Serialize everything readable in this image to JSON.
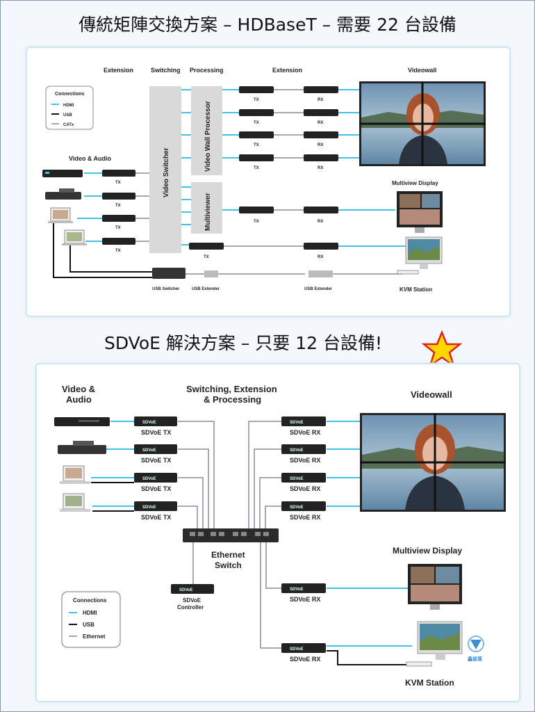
{
  "titles": {
    "top": "傳統矩陣交換方案 – HDBaseT – 需要 22 台設備",
    "bottom": "SDVoE 解決方案 – 只要 12 台設備!"
  },
  "hdbaset": {
    "headers": [
      "Extension",
      "Switching",
      "Processing",
      "Extension",
      "Videowall"
    ],
    "legend": {
      "title": "Connections",
      "items": [
        "HDMI",
        "USB",
        "CATx"
      ]
    },
    "video_audio_label": "Video & Audio",
    "video_switcher_label": "Video Switcher",
    "video_wall_processor_label": "Video Wall Processor",
    "multiviewer_label": "Multiviewer",
    "tx_label": "TX",
    "rx_label": "RX",
    "multiview_display_label": "Multiview Display",
    "usb_switcher_label": "USB Switcher",
    "usb_extender_label": "USB Extender",
    "kvm_label": "KVM Station"
  },
  "sdvoe": {
    "video_audio_label": [
      "Video &",
      "Audio"
    ],
    "center_header": [
      "Switching, Extension",
      "& Processing"
    ],
    "videowall_label": "Videowall",
    "tx_label": "SDVoE TX",
    "rx_label": "SDVoE RX",
    "switch_label": [
      "Ethernet",
      "Switch"
    ],
    "controller_label": [
      "SDVoE",
      "Controller"
    ],
    "multiview_display_label": "Multiview Display",
    "kvm_label": "KVM Station",
    "legend": {
      "title": "Connections",
      "items": [
        "HDMI",
        "USB",
        "Ethernet"
      ]
    },
    "device_badge": "SDVoE",
    "watermark": "鑫部落"
  },
  "colors": {
    "hdmi": "#3fc3e8",
    "usb": "#111111",
    "catx": "#a8a8b0",
    "ethernet": "#a8a8b0",
    "star_fill": "#ffd700",
    "star_stroke": "#e02020"
  }
}
